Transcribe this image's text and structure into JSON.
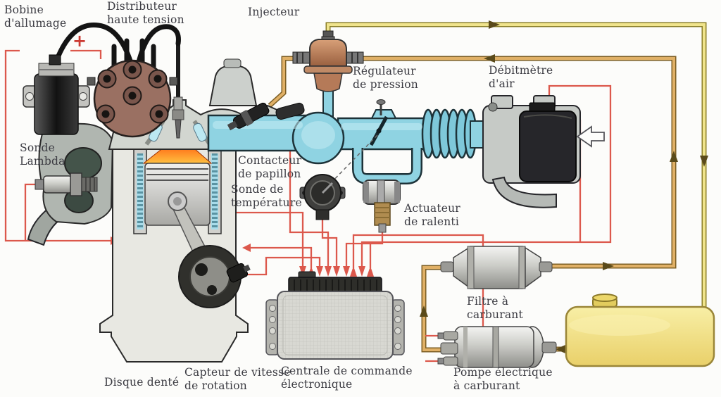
{
  "figure": {
    "kind": "multipoint-fuel-injection-system-diagram",
    "language": "fr"
  },
  "labels": {
    "ignition_coil": "Bobine\nd'allumage",
    "distributor": "Distributeur\nhaute tension",
    "injector": "Injecteur",
    "pressure_regulator": "Régulateur\nde pression",
    "air_flow_meter": "Débitmètre\nd'air",
    "lambda_sensor": "Sonde\nLambda",
    "throttle_switch": "Contacteur\nde papillon",
    "temperature_sensor": "Sonde de\ntempérature",
    "idle_actuator": "Actuateur\nde ralenti",
    "fuel_filter": "Filtre à\ncarburant",
    "toothed_disc": "Disque denté",
    "speed_sensor": "Capteur de vitesse\nde rotation",
    "ecu": "Centrale de commande\nélectronique",
    "fuel_pump": "Pompe électrique\nà carburant",
    "battery_plus": "+"
  },
  "colors": {
    "wire_red": "#dc584c",
    "fuel_supply_line": "#e0b066",
    "fuel_return_line": "#f0e48c",
    "manifold_cyan": "#8fd3e2",
    "tank_yellow": "#f0dc7e",
    "combustion_orange": "#ff8020",
    "label_text": "#3b3b42"
  }
}
